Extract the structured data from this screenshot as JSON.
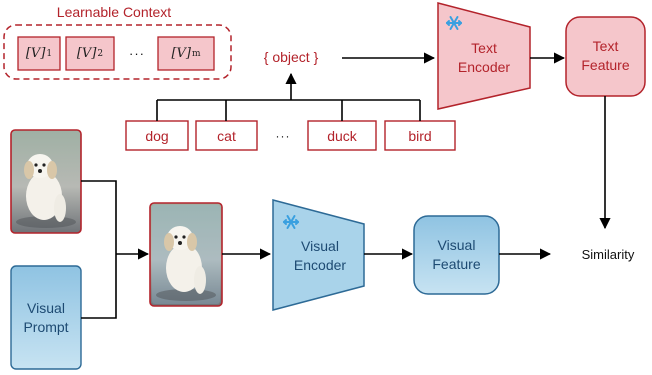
{
  "learnable_context": {
    "title": "Learnable Context",
    "tokens": [
      {
        "base": "[V]",
        "sub": "1"
      },
      {
        "base": "[V]",
        "sub": "2"
      },
      {
        "base": "[V]",
        "sub": "m"
      }
    ],
    "ellipsis": "···"
  },
  "object_placeholder": "{ object }",
  "classes": {
    "items": [
      "dog",
      "cat",
      "duck",
      "bird"
    ],
    "ellipsis": "···"
  },
  "text_encoder": {
    "label": "Text Encoder",
    "icon": "snowflake-icon"
  },
  "text_feature": {
    "label": "Text Feature"
  },
  "visual_encoder": {
    "label": "Visual Encoder",
    "icon": "snowflake-icon"
  },
  "visual_feature": {
    "label": "Visual Feature"
  },
  "visual_prompt": {
    "label": "Visual Prompt"
  },
  "similarity": {
    "label": "Similarity"
  },
  "colors": {
    "red_border": "#b3232b",
    "pink_fill": "#f5c6cb",
    "blue_fill": "#a9d3ea",
    "blue_border": "#2d6a96",
    "snowflake": "#3aa0e0"
  }
}
